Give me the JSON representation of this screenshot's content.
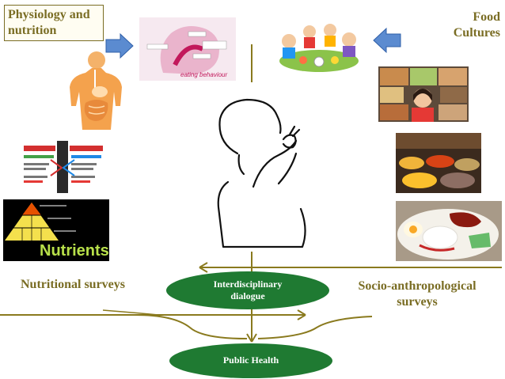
{
  "labels": {
    "physiology": "Physiology and nutrition",
    "food_cultures": "Food Cultures",
    "nutritional_surveys": "Nutritional surveys",
    "socio_surveys": "Socio-anthropological surveys",
    "interdisciplinary": "Interdisciplinary dialogue",
    "public_health": "Public Health"
  },
  "pictures": {
    "eating_caption": "eating behaviour",
    "nutrients_word": "Nutrients"
  },
  "colors": {
    "label_text": "#7a6d24",
    "arrow_line": "#8a7a1e",
    "ellipse_fill": "#1f7a32",
    "blue_arrow": "#5b8bd0",
    "blue_arrow_edge": "#2f5fa8"
  }
}
